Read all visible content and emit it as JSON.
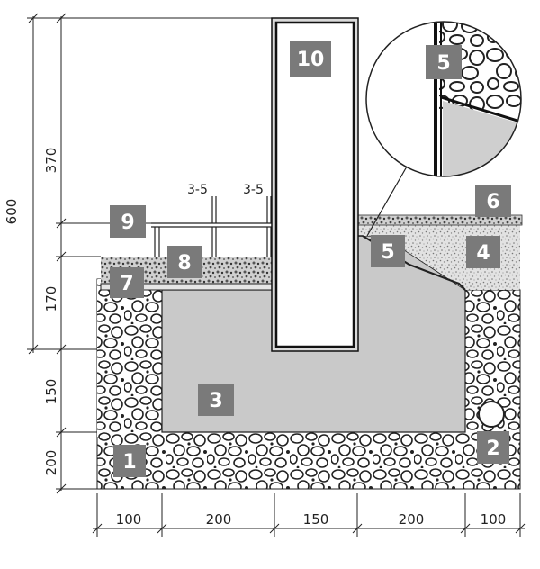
{
  "dimensions": {
    "horizontal": [
      "100",
      "200",
      "150",
      "200",
      "100"
    ],
    "vertical": [
      "600",
      "370",
      "170",
      "150",
      "200"
    ]
  },
  "annotations": {
    "gap_left": "3-5",
    "gap_right": "3-5"
  },
  "callouts": [
    "1",
    "2",
    "3",
    "4",
    "5",
    "5",
    "6",
    "7",
    "8",
    "9",
    "10"
  ],
  "colors": {
    "callout_fill": "#7a7a7a",
    "concrete": "#c9c9c9",
    "sand": "#dcdcdc",
    "line": "#111111"
  }
}
